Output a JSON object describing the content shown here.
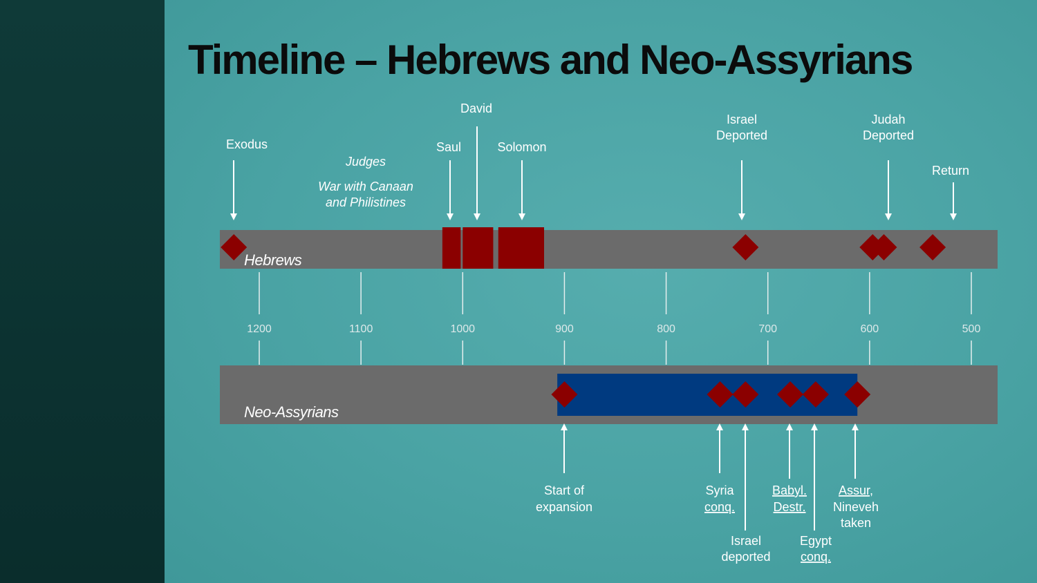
{
  "title": "Timeline – Hebrews and Neo-Assyrians",
  "colors": {
    "background": "#4aa3a4",
    "sidebar": "#0f3a38",
    "band": "#6b6b6b",
    "marker": "#8b0000",
    "assyria_bar": "#003a80",
    "text": "#ffffff"
  },
  "axis": {
    "direction": "BCE, decreasing left to right",
    "ticks": [
      "1200",
      "1100",
      "1000",
      "900",
      "800",
      "700",
      "600",
      "500"
    ]
  },
  "bands": {
    "hebrews": "Hebrews",
    "assyrians": "Neo-Assyrians"
  },
  "hebrew_periods": [
    {
      "name": "Saul",
      "start": 1020,
      "end": 1002
    },
    {
      "name": "David",
      "start": 1000,
      "end": 970
    },
    {
      "name": "Solomon",
      "start": 965,
      "end": 920
    }
  ],
  "hebrew_events": [
    {
      "year": 1225,
      "label": "Exodus"
    },
    {
      "year": 1020,
      "label": "Saul"
    },
    {
      "year": 988,
      "label": "David"
    },
    {
      "year": 943,
      "label": "Solomon"
    },
    {
      "year": 722,
      "label": "Israel Deported"
    },
    {
      "year": 586,
      "label": "Judah Deported"
    },
    {
      "year": 538,
      "label": "Return"
    }
  ],
  "hebrew_markers": [
    1225,
    722,
    597,
    586,
    538
  ],
  "judges_note": {
    "heading": "Judges",
    "line1": "War with Canaan",
    "line2": "and Philistines"
  },
  "labels": {
    "exodus": "Exodus",
    "david": "David",
    "saul": "Saul",
    "solomon": "Solomon",
    "israel_deported_1": "Israel",
    "israel_deported_2": "Deported",
    "judah_deported_1": "Judah",
    "judah_deported_2": "Deported",
    "return": "Return",
    "start_1": "Start of",
    "start_2": "expansion",
    "syria_1": "Syria",
    "syria_2": "conq.",
    "israel_dep_1": "Israel",
    "israel_dep_2": "deported",
    "babyl_1": "Babyl.",
    "babyl_2": "Destr.",
    "egypt_1": "Egypt",
    "egypt_2": "conq.",
    "assur_1": "Assur,",
    "assur_2": "Nineveh",
    "assur_3": "taken"
  },
  "assyrian_period": {
    "start": 907,
    "end": 612
  },
  "assyrian_markers": [
    900,
    747,
    722,
    678,
    653,
    612
  ]
}
